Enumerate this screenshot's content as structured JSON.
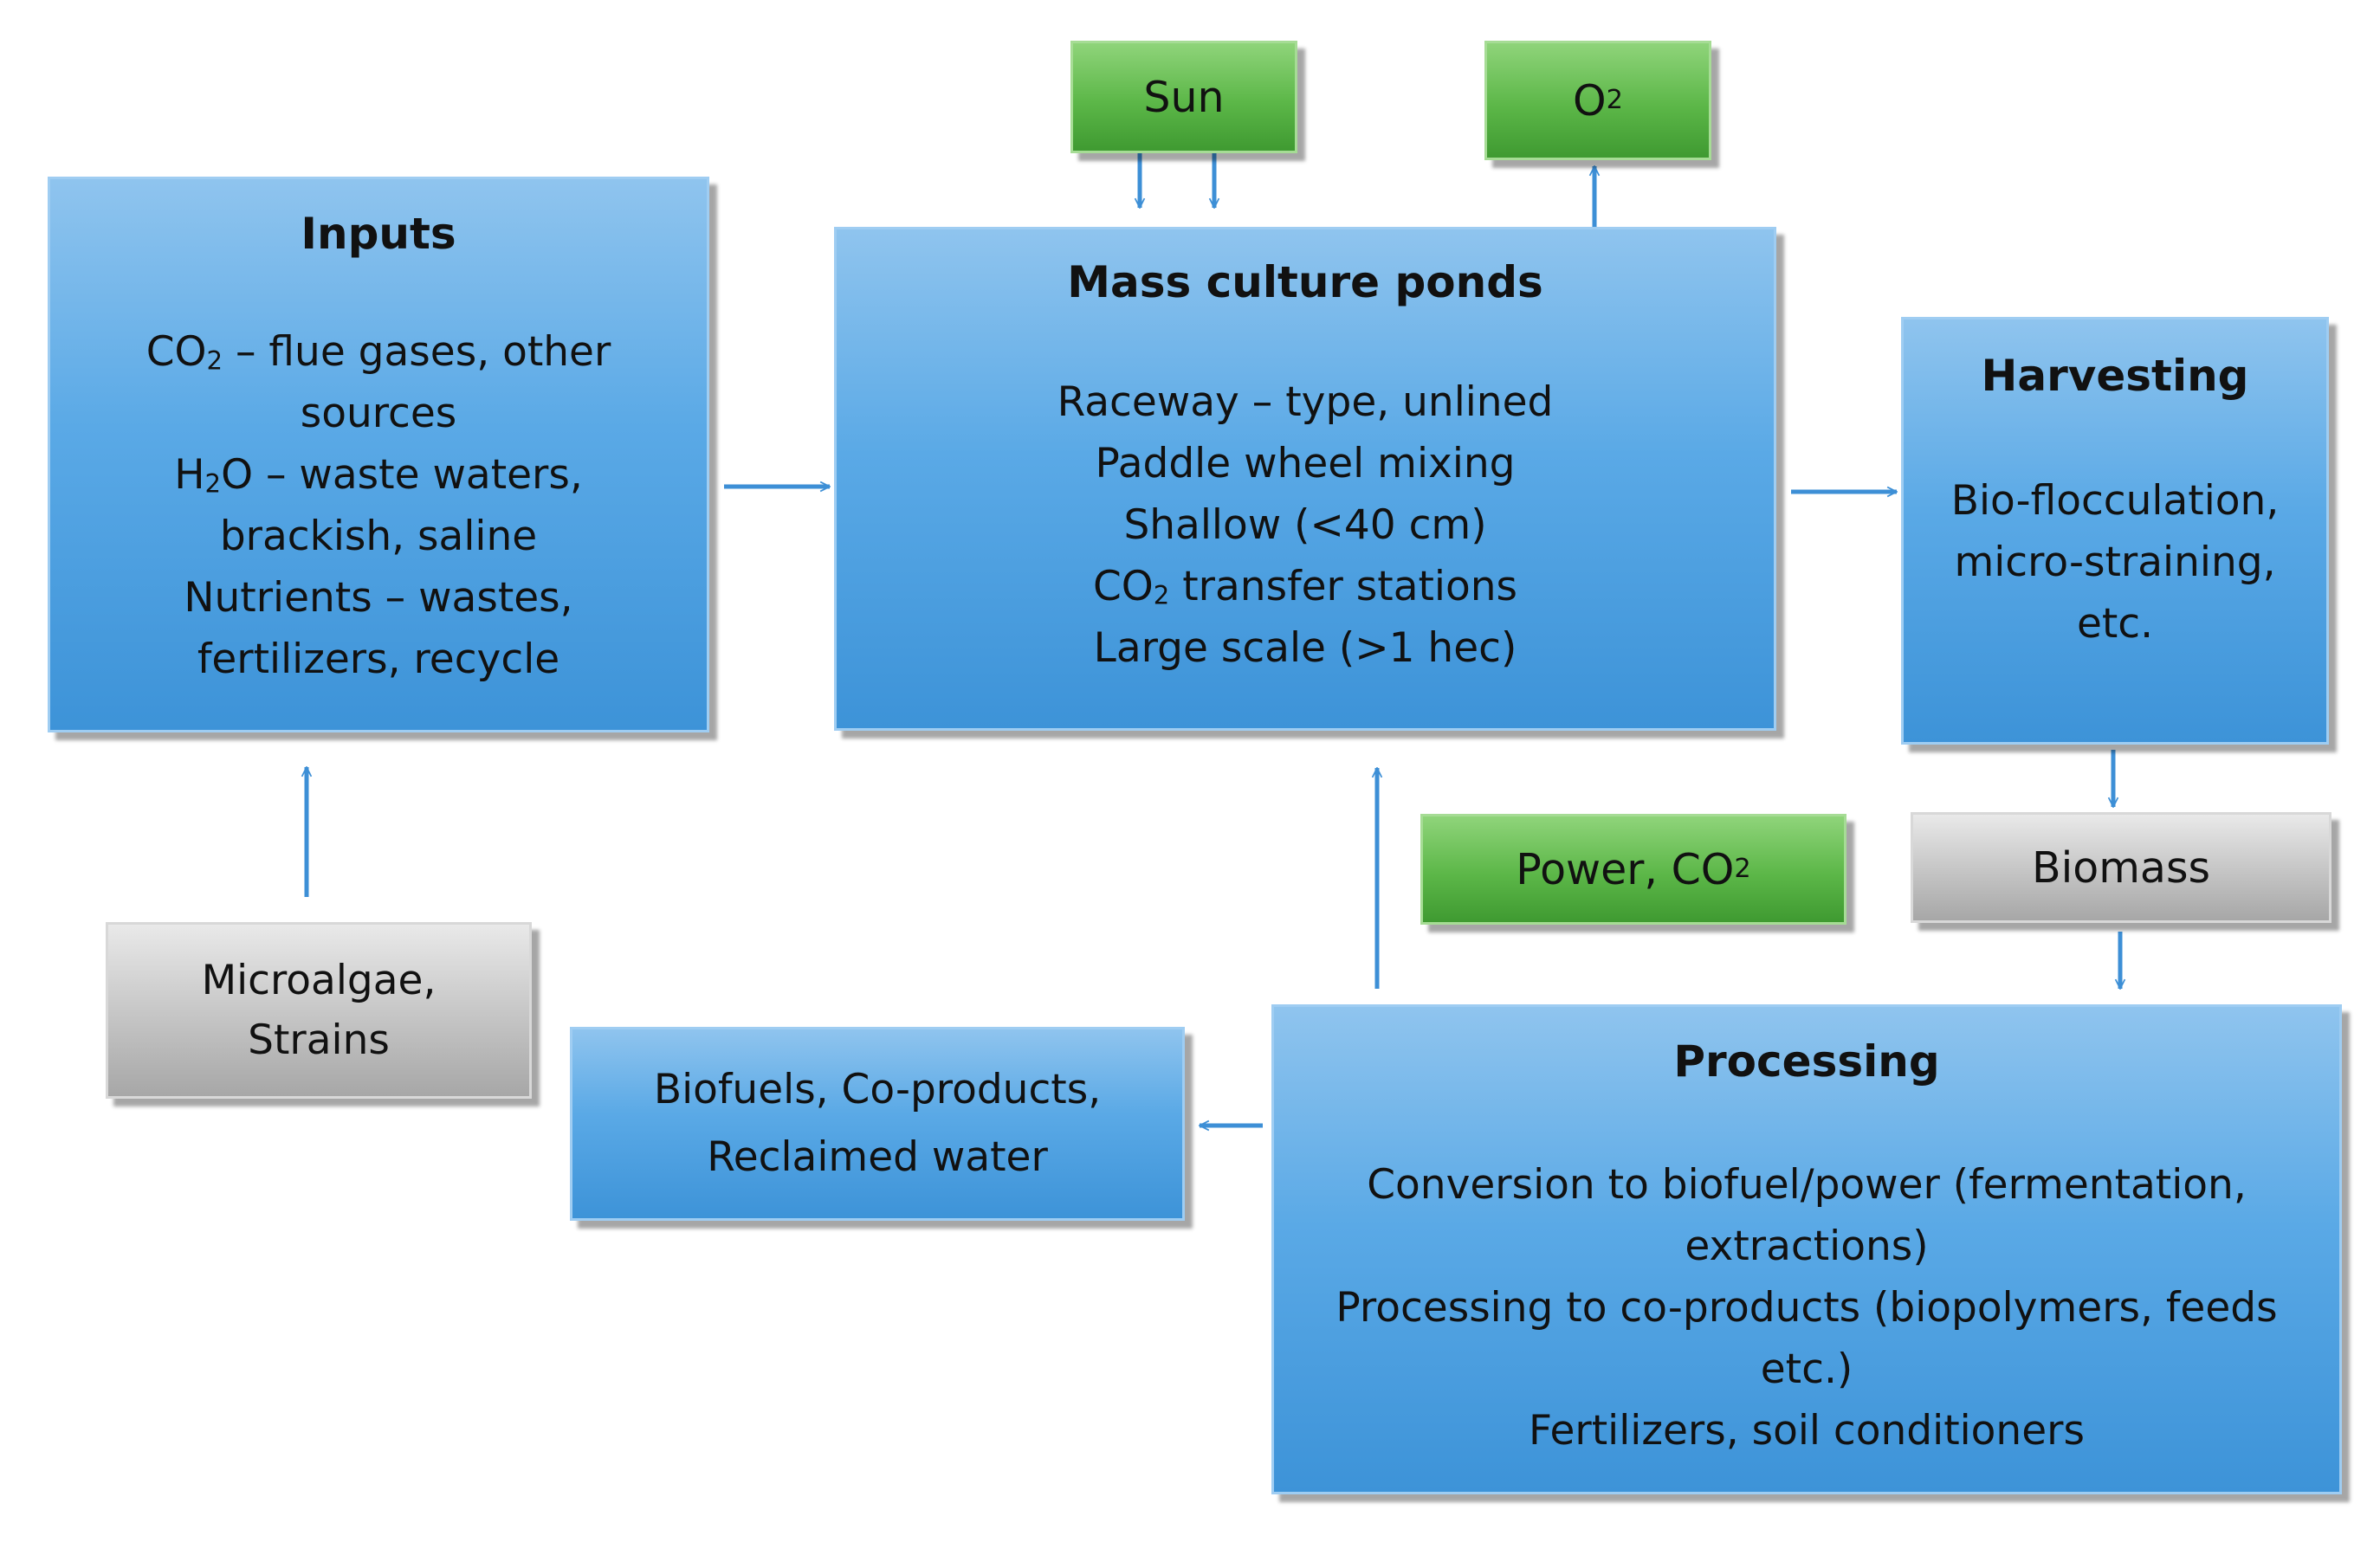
{
  "inputs": {
    "title": "Inputs",
    "line1a": "CO",
    "line1sub": "2",
    "line1b": " – flue gases, other",
    "line2": "sources",
    "line3a": "H",
    "line3sub": "2",
    "line3b": "O – waste waters,",
    "line4": "brackish, saline",
    "line5": "Nutrients – wastes,",
    "line6": "fertilizers, recycle"
  },
  "sun": {
    "label": "Sun"
  },
  "oxygen": {
    "base": "O",
    "sub": "2"
  },
  "ponds": {
    "title": "Mass culture ponds",
    "line1": "Raceway – type, unlined",
    "line2": "Paddle wheel mixing",
    "line3": "Shallow (<40 cm)",
    "line4a": "CO",
    "line4sub": "2",
    "line4b": " transfer stations",
    "line5": "Large scale (>1 hec)"
  },
  "harvesting": {
    "title": "Harvesting",
    "line1": "Bio-flocculation,",
    "line2": "micro-straining,",
    "line3": "etc."
  },
  "power": {
    "base": "Power, CO",
    "sub": "2"
  },
  "biomass": {
    "label": "Biomass"
  },
  "microalgae": {
    "line1": "Microalgae,",
    "line2": "Strains"
  },
  "biofuels": {
    "line1": "Biofuels, Co-products,",
    "line2": "Reclaimed water"
  },
  "processing": {
    "title": "Processing",
    "line1": "Conversion to biofuel/power (fermentation,",
    "line2": "extractions)",
    "line3": "Processing to co-products (biopolymers, feeds",
    "line4": "etc.)",
    "line5": "Fertilizers, soil conditioners"
  },
  "colors": {
    "process_box": "#5aa9e6",
    "resource_box": "#5cb748",
    "material_box": "#c4c4c4",
    "arrow": "#3d8fd6"
  }
}
